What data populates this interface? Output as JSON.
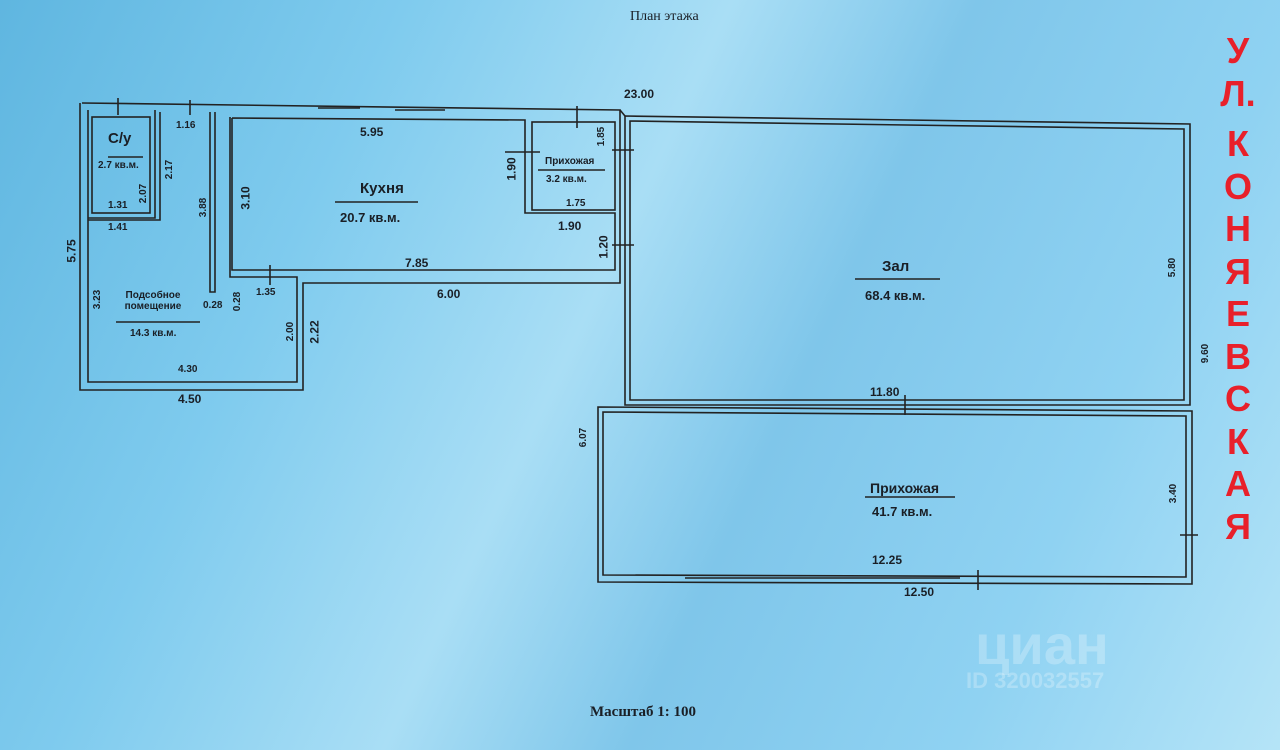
{
  "title": "План этажа",
  "scale": "Масштаб 1: 100",
  "street": [
    "У",
    "Л.",
    "К",
    "О",
    "Н",
    "Я",
    "Е",
    "В",
    "С",
    "К",
    "А",
    "Я"
  ],
  "watermark": {
    "brand": "циан",
    "id": "ID 320032557"
  },
  "rooms": {
    "wc": {
      "name": "С/у",
      "area": "2.7 кв.м."
    },
    "hall_small": {
      "name": "Прихожая",
      "area": "3.2 кв.м."
    },
    "kitchen": {
      "name": "Кухня",
      "area": "20.7 кв.м."
    },
    "utility": {
      "name": "Подсобное помещение",
      "area": "14.3 кв.м."
    },
    "living": {
      "name": "Зал",
      "area": "68.4 кв.м."
    },
    "hall_big": {
      "name": "Прихожая",
      "area": "41.7 кв.м."
    }
  },
  "dims": {
    "top_total": "23.00",
    "d116": "1.16",
    "d595": "5.95",
    "d185": "1.85",
    "d190a": "1.90",
    "d175": "1.75",
    "d190b": "1.90",
    "d120": "1.20",
    "d217": "2.17",
    "d207": "2.07",
    "d131": "1.31",
    "d141": "1.41",
    "d388": "3.88",
    "d310": "3.10",
    "d785": "7.85",
    "d575": "5.75",
    "d323": "3.23",
    "d028a": "0.28",
    "d028b": "0.28",
    "d135": "1.35",
    "d600": "6.00",
    "d200": "2.00",
    "d222": "2.22",
    "d430": "4.30",
    "d450": "4.50",
    "d580": "5.80",
    "d960": "9.60",
    "d1180": "11.80",
    "d607": "6.07",
    "d340": "3.40",
    "d1225": "12.25",
    "d1250": "12.50"
  }
}
